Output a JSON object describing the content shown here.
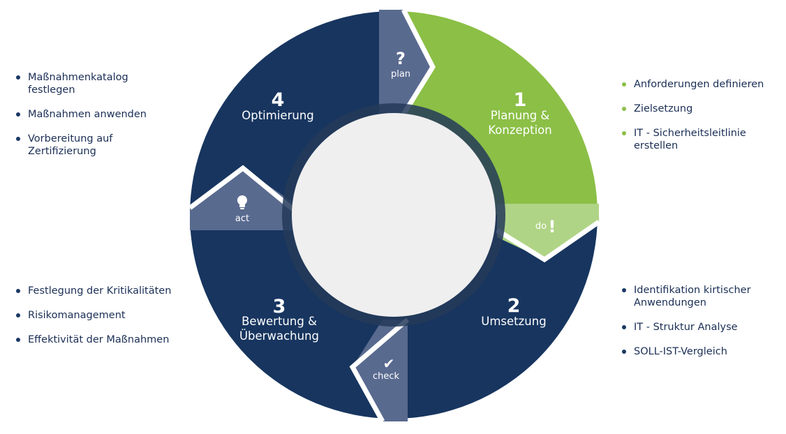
{
  "quadrants": {
    "q1": {
      "number": "1",
      "title_lines": [
        "Planung &",
        "Konzeption"
      ]
    },
    "q2": {
      "number": "2",
      "title_lines": [
        "Umsetzung"
      ]
    },
    "q3": {
      "number": "3",
      "title_lines": [
        "Bewertung &",
        "Überwachung"
      ]
    },
    "q4": {
      "number": "4",
      "title_lines": [
        "Optimierung"
      ]
    }
  },
  "tabs": {
    "plan": {
      "label": "plan",
      "glyph": "?",
      "icon": "question-mark-icon"
    },
    "do": {
      "label": "do",
      "glyph": "!",
      "icon": "exclamation-icon"
    },
    "check": {
      "label": "check",
      "glyph": "✔",
      "icon": "checkmark-icon"
    },
    "act": {
      "label": "act",
      "glyph": "",
      "icon": "lightbulb-icon"
    }
  },
  "lists": {
    "q4": [
      "Maßnahmenkatalog festlegen",
      "Maßnahmen anwenden",
      "Vorbereitung auf Zertifizierung"
    ],
    "q3": [
      "Festlegung der Kritikalitäten",
      "Risikomanagement",
      "Effektivität der Maßnahmen"
    ],
    "q1": [
      "Anforderungen definieren",
      "Zielsetzung",
      "IT - Sicherheitsleitlinie erstellen"
    ],
    "q2": [
      "Identifikation kirtischer Anwendungen",
      "IT - Struktur Analyse",
      "SOLL-IST-Vergleich"
    ]
  },
  "colors": {
    "navy": "#17355f",
    "green": "#8bbf46",
    "green_light": "#b0d486",
    "tab_slate": "#596a8f",
    "center_fill": "#efefef",
    "ring_dark": "#243959",
    "bullet_navy": "#1a3863",
    "bullet_green": "#8bbf46"
  }
}
